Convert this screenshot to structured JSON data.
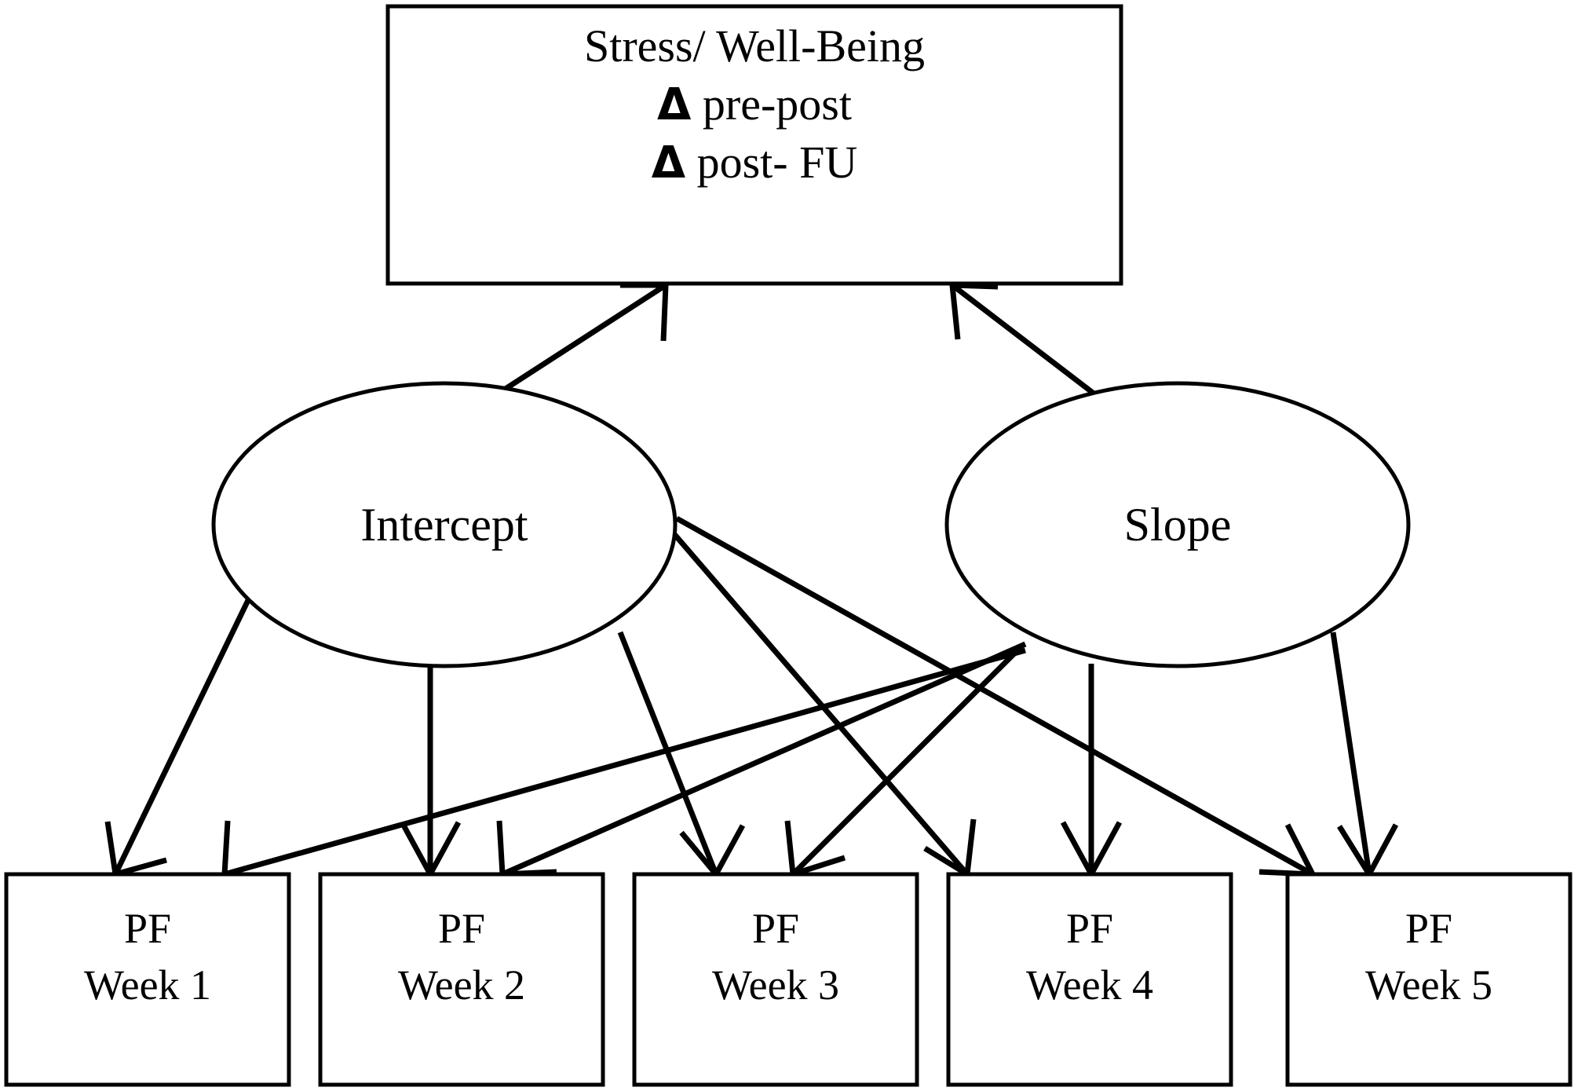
{
  "diagram": {
    "type": "sem-path-diagram",
    "title_visible": false,
    "background_color": "#ffffff",
    "stroke_color": "#000000"
  },
  "outcome_box": {
    "name": "stress-wellbeing-outcome",
    "line1": "Stress/ Well-Being",
    "line2_symbol": "Δ",
    "line2_text": " pre-post",
    "line3_symbol": "Δ",
    "line3_text": " post- FU"
  },
  "latent_factors": [
    {
      "id": "intercept",
      "label": "Intercept"
    },
    {
      "id": "slope",
      "label": "Slope"
    }
  ],
  "indicators": [
    {
      "id": "pf-week-1",
      "line1": "PF",
      "line2": "Week 1"
    },
    {
      "id": "pf-week-2",
      "line1": "PF",
      "line2": "Week 2"
    },
    {
      "id": "pf-week-3",
      "line1": "PF",
      "line2": "Week 3"
    },
    {
      "id": "pf-week-4",
      "line1": "PF",
      "line2": "Week 4"
    },
    {
      "id": "pf-week-5",
      "line1": "PF",
      "line2": "Week 5"
    }
  ],
  "paths": [
    {
      "from": "intercept",
      "to": "stress-wellbeing-outcome"
    },
    {
      "from": "slope",
      "to": "stress-wellbeing-outcome"
    },
    {
      "from": "intercept",
      "to": "pf-week-1"
    },
    {
      "from": "intercept",
      "to": "pf-week-2"
    },
    {
      "from": "intercept",
      "to": "pf-week-3"
    },
    {
      "from": "intercept",
      "to": "pf-week-4"
    },
    {
      "from": "intercept",
      "to": "pf-week-5"
    },
    {
      "from": "slope",
      "to": "pf-week-1"
    },
    {
      "from": "slope",
      "to": "pf-week-2"
    },
    {
      "from": "slope",
      "to": "pf-week-3"
    },
    {
      "from": "slope",
      "to": "pf-week-4"
    },
    {
      "from": "slope",
      "to": "pf-week-5"
    }
  ]
}
